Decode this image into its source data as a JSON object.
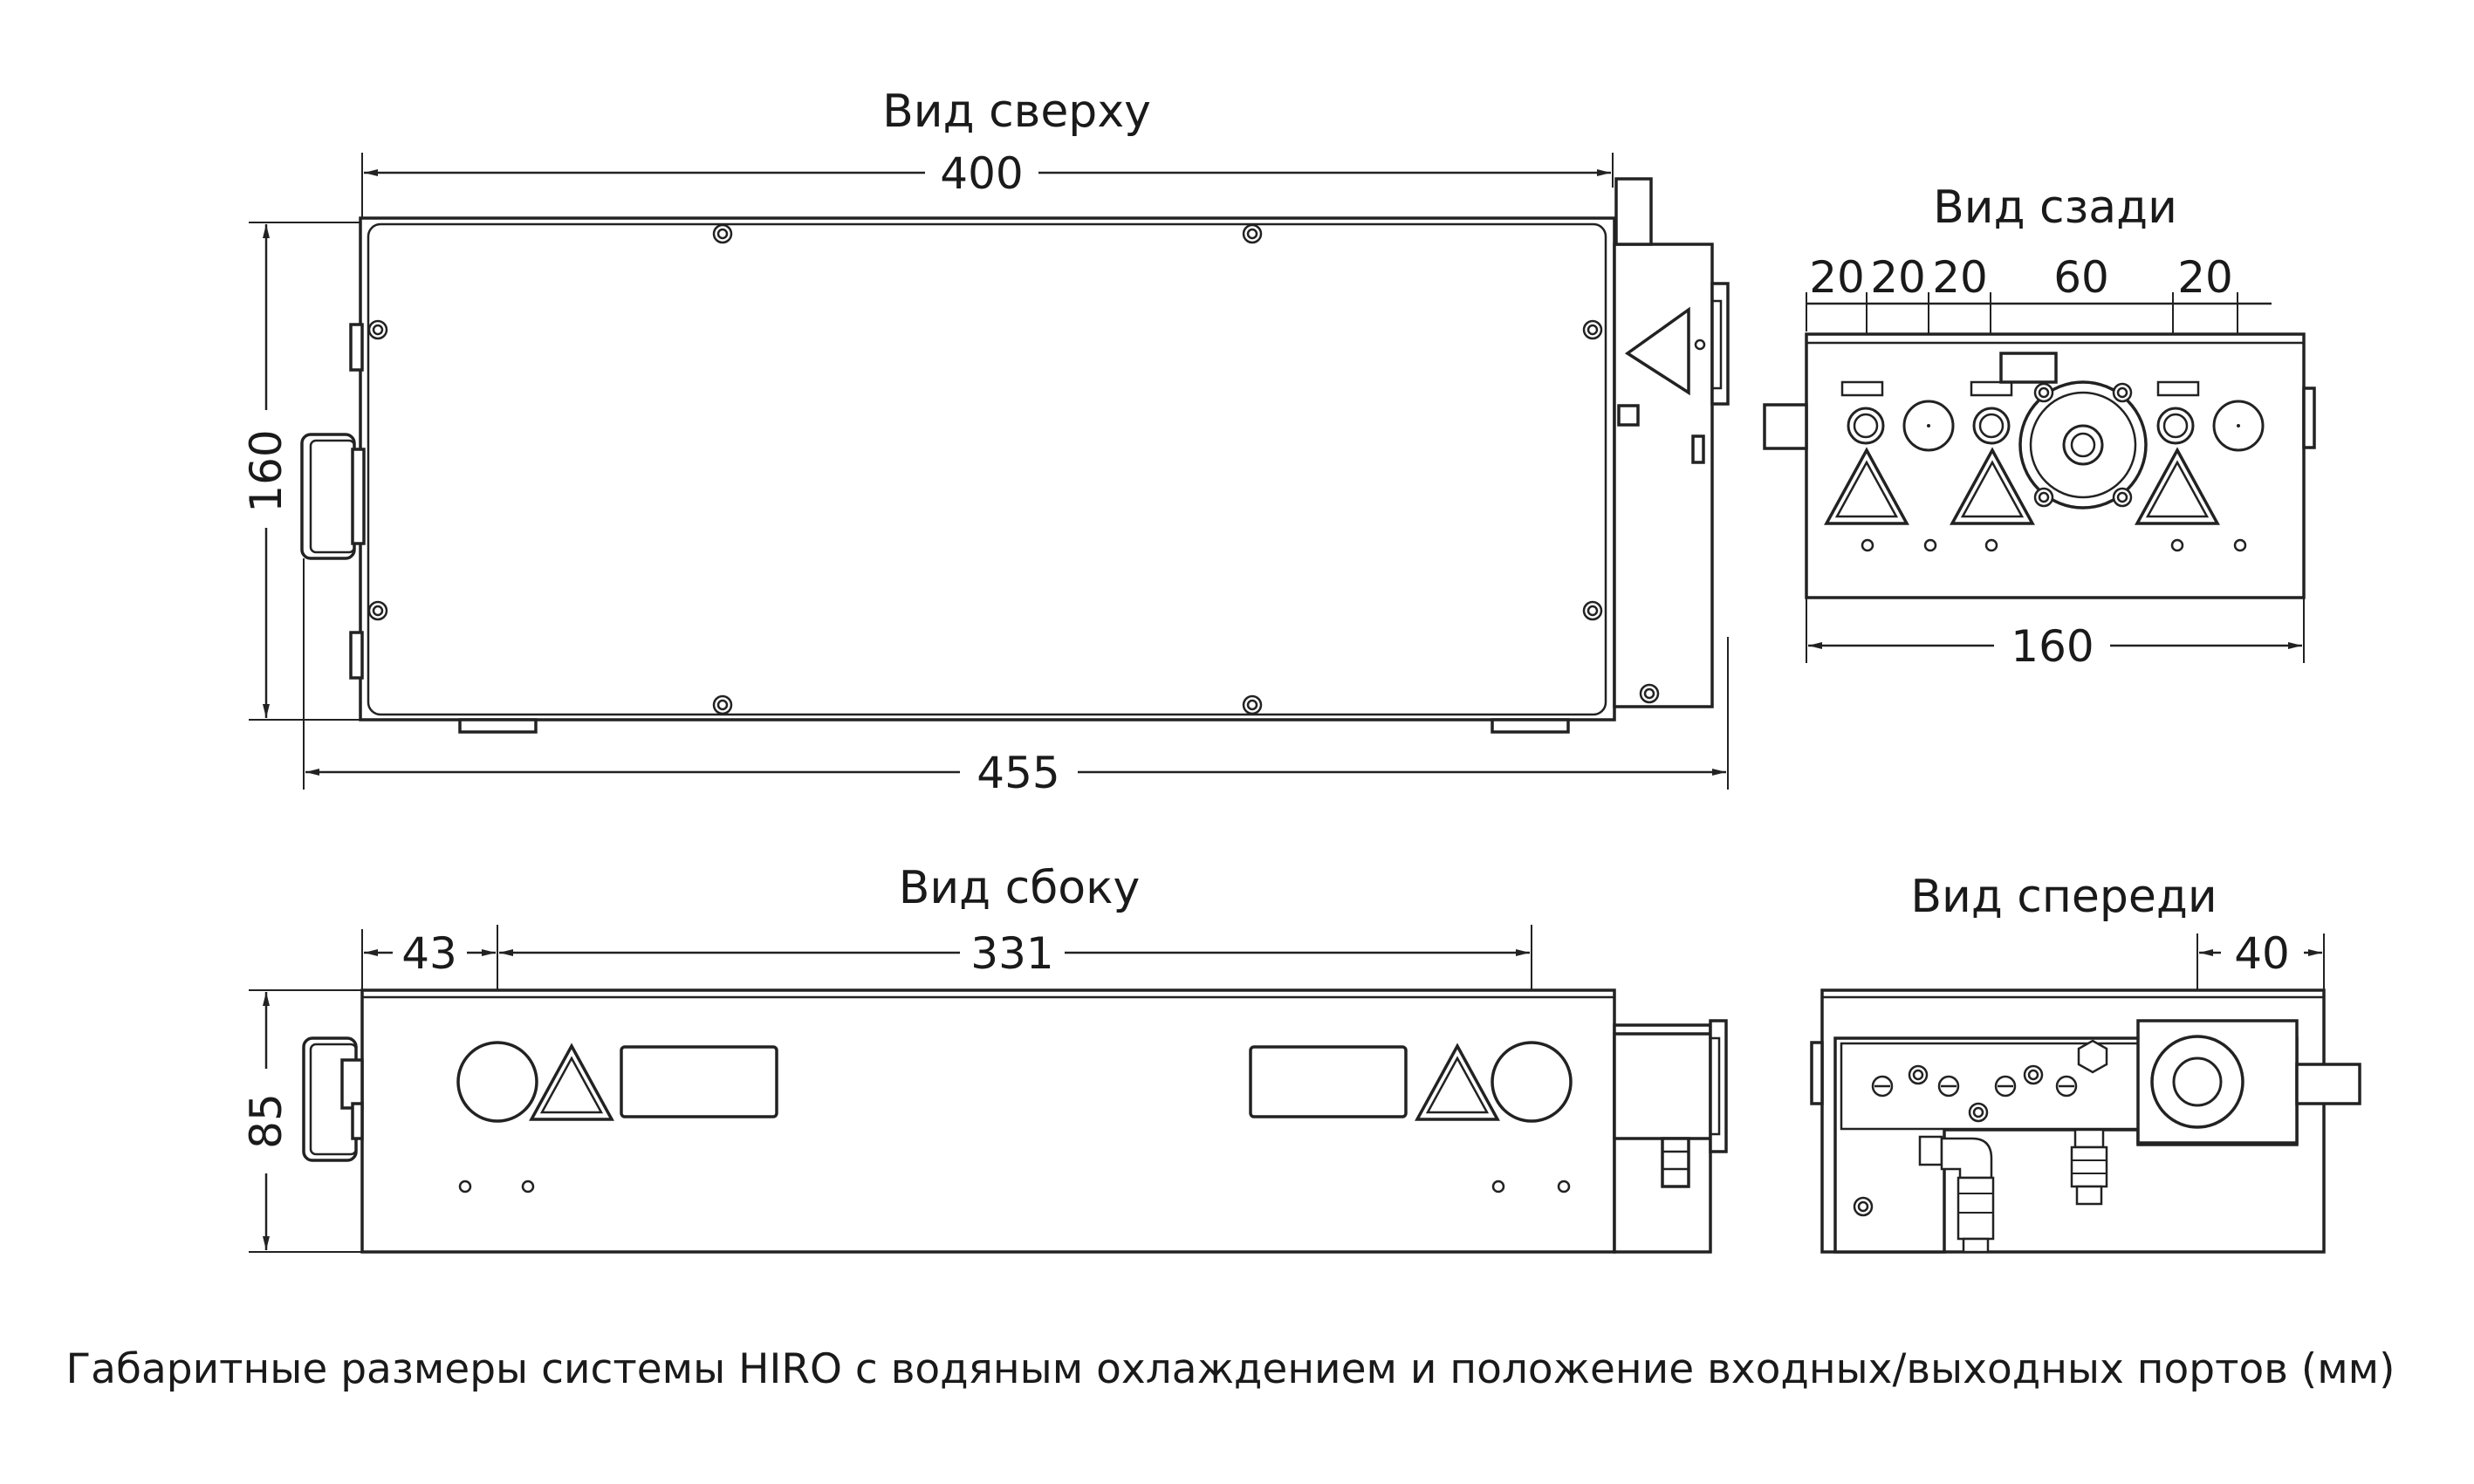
{
  "views": {
    "top": {
      "title": "Вид сверху",
      "width_dim": "400",
      "height_dim": "160",
      "overall_dim": "455"
    },
    "rear": {
      "title": "Вид сзади",
      "dims_top": [
        "20",
        "20",
        "20",
        "60",
        "20"
      ],
      "width_dim": "160"
    },
    "side": {
      "title": "Вид сбоку",
      "offset_dim": "43",
      "spacing_dim": "331",
      "height_dim": "85"
    },
    "front": {
      "title": "Вид спереди",
      "offset_dim": "40"
    }
  },
  "caption": "Габаритные размеры системы HIRO с водяным охлаждением и положение входных/выходных портов (мм)"
}
